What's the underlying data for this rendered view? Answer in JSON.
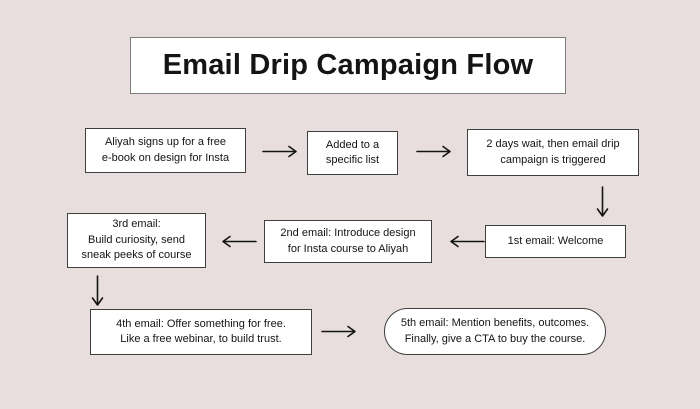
{
  "title": "Email Drip Campaign Flow",
  "colors": {
    "background": "#e8dede",
    "node-bg": "#ffffff",
    "node-border": "#3f3f3f",
    "title-border": "#7d7d7d",
    "text": "#141414",
    "arrow": "#141414"
  },
  "nodes": {
    "signup": {
      "text": "Aliyah signs up for a free\ne-book on design for Insta"
    },
    "list": {
      "text": "Added to a\nspecific list"
    },
    "trigger": {
      "text": "2 days wait, then email drip\ncampaign is triggered"
    },
    "email1": {
      "text": "1st email: Welcome"
    },
    "email2": {
      "text": "2nd email: Introduce design\nfor Insta course to Aliyah"
    },
    "email3": {
      "text": "3rd email:\nBuild curiosity, send\nsneak peeks of course"
    },
    "email4": {
      "text": "4th email: Offer something for free.\nLike a free webinar, to build trust."
    },
    "email5": {
      "text": "5th email: Mention benefits, outcomes.\nFinally, give a CTA to buy the course."
    }
  },
  "connections": [
    {
      "from": "signup",
      "to": "list",
      "direction": "right"
    },
    {
      "from": "list",
      "to": "trigger",
      "direction": "right"
    },
    {
      "from": "trigger",
      "to": "email1",
      "direction": "down"
    },
    {
      "from": "email1",
      "to": "email2",
      "direction": "left"
    },
    {
      "from": "email2",
      "to": "email3",
      "direction": "left"
    },
    {
      "from": "email3",
      "to": "email4",
      "direction": "down"
    },
    {
      "from": "email4",
      "to": "email5",
      "direction": "right"
    }
  ]
}
